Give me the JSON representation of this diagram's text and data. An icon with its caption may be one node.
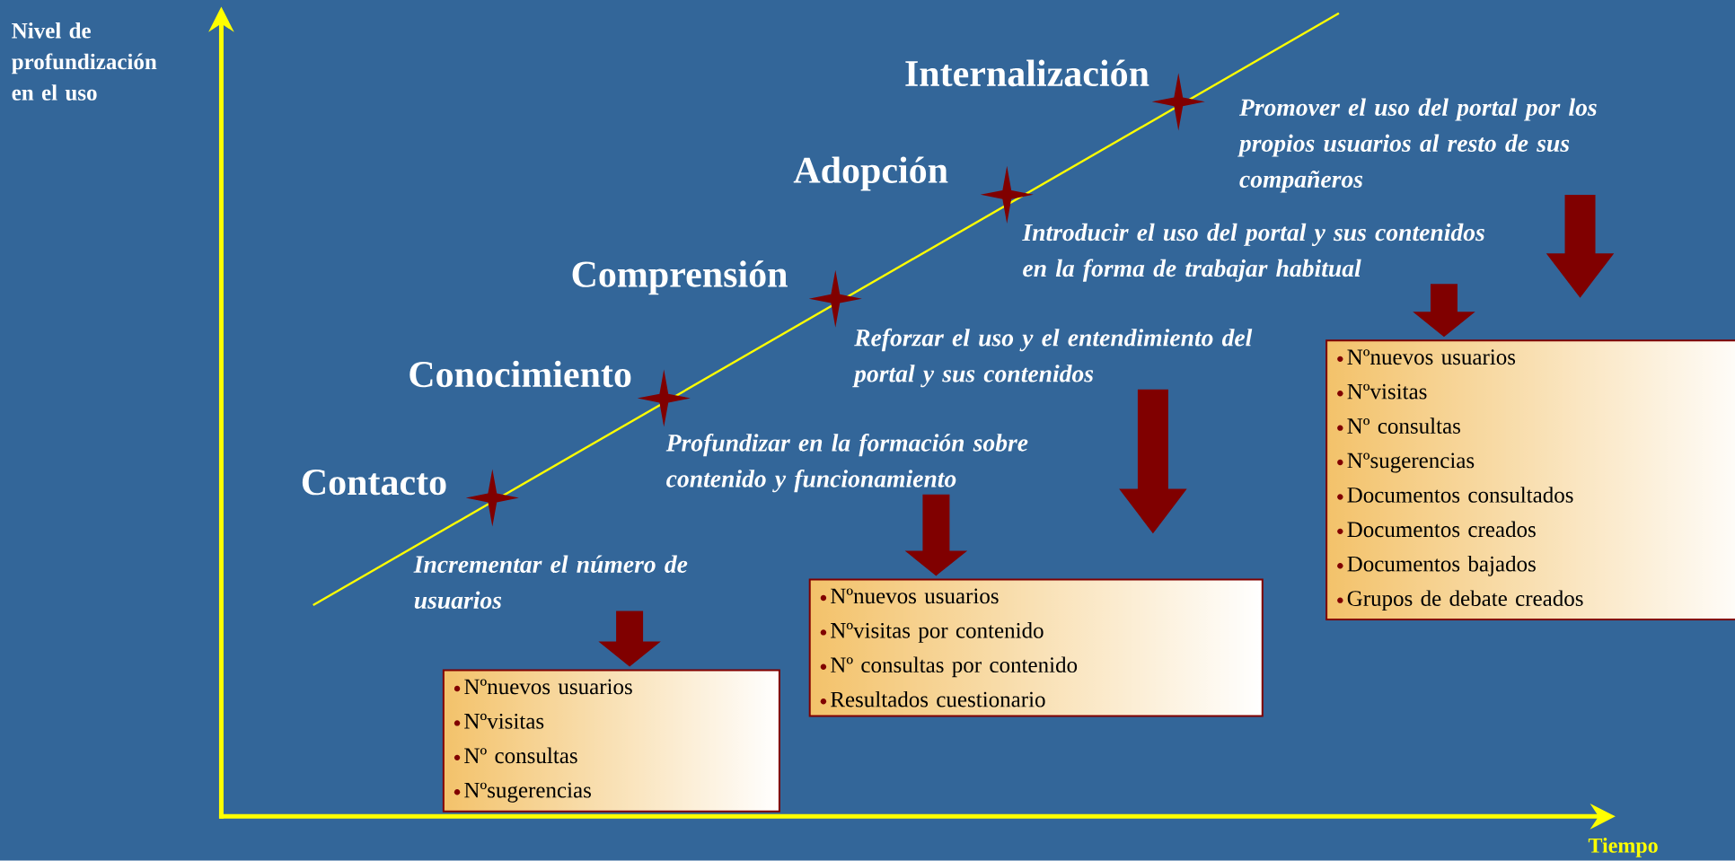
{
  "diagram": {
    "nodes": [
      {
        "text": [
          "Incrementar el número de usuarios"
        ]
      },
      {
        "text": [
          "Nºnuevos usuarios",
          "Nºvisitas",
          "Nº consultas",
          "Nºsugerencias"
        ]
      },
      {
        "text": [
          "Profundizar en la formación sobre contenido y funcionamiento"
        ]
      },
      {
        "text": [
          "Nºnuevos usuarios",
          "Nºvisitas por contenido",
          "Nº consultas por contenido",
          "Resultados cuestionario"
        ]
      },
      {
        "text": [
          "Reforzar el uso y el entendimiento del portal y sus contenidos"
        ]
      },
      {
        "text": [
          "Introducir el uso del portal y sus contenidos en la forma de trabajar habitual"
        ]
      },
      {
        "text": [
          "Nºnuevos usuarios",
          "Nºvisitas",
          "Nº consultas",
          "Nºsugerencias",
          "Documentos consultados",
          "Documentos creados",
          "Documentos bajados",
          "Grupos de debate creados"
        ]
      },
      {
        "text": [
          "Promover el uso del portal por los propios usuarios al resto de sus compañeros"
        ]
      }
    ],
    "edges": [
      {
        "from": 0,
        "to": 1,
        "arrow": "to"
      },
      {
        "from": 2,
        "to": 3,
        "arrow": "to"
      },
      {
        "from": 4,
        "to": null,
        "arrow": "to"
      },
      {
        "from": 5,
        "to": 6,
        "arrow": "to"
      },
      {
        "from": 7,
        "to": null,
        "arrow": "to"
      }
    ],
    "labels": [
      "Nivel de profundización en el uso",
      "Internalización",
      "Adopción",
      "Comprensión",
      "Conocimiento",
      "Contacto",
      "Tiempo"
    ]
  }
}
